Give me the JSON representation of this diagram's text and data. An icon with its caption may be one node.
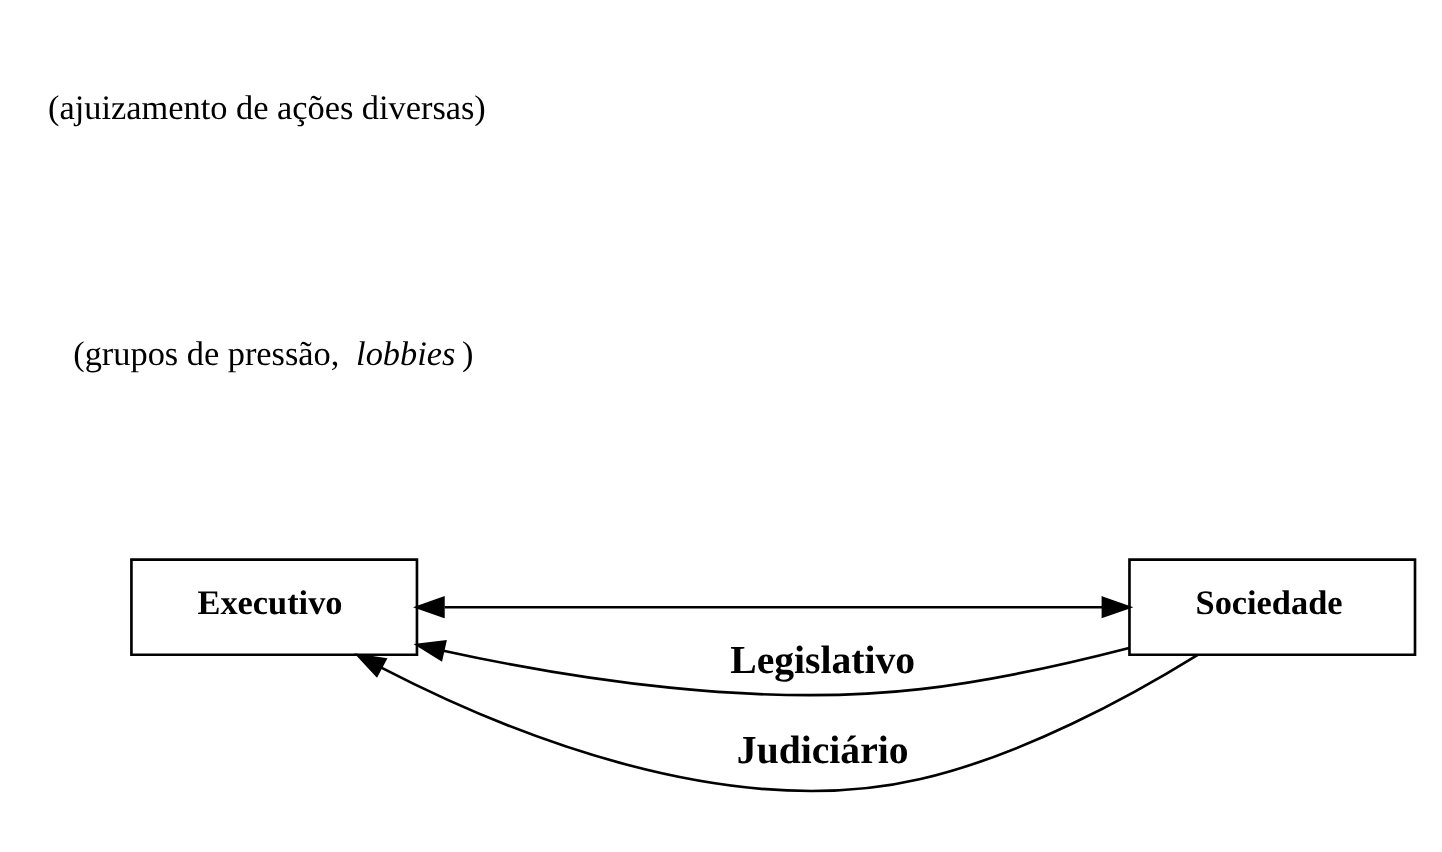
{
  "diagram": {
    "nodes": [
      {
        "text": [
          "Executivo"
        ]
      },
      {
        "text": [
          "Sociedade"
        ]
      }
    ],
    "edges": [
      {
        "from": 0,
        "to": 1,
        "arrow": "both"
      },
      {
        "from": 1,
        "to": 0,
        "arrow": "to",
        "label": "Legislativo"
      },
      {
        "from": 1,
        "to": 0,
        "arrow": "to",
        "label": "Judiciário"
      }
    ],
    "labels": [
      "(grupos de pressão, *lobbies*)",
      "(ajuizamento de ações diversas)"
    ]
  }
}
